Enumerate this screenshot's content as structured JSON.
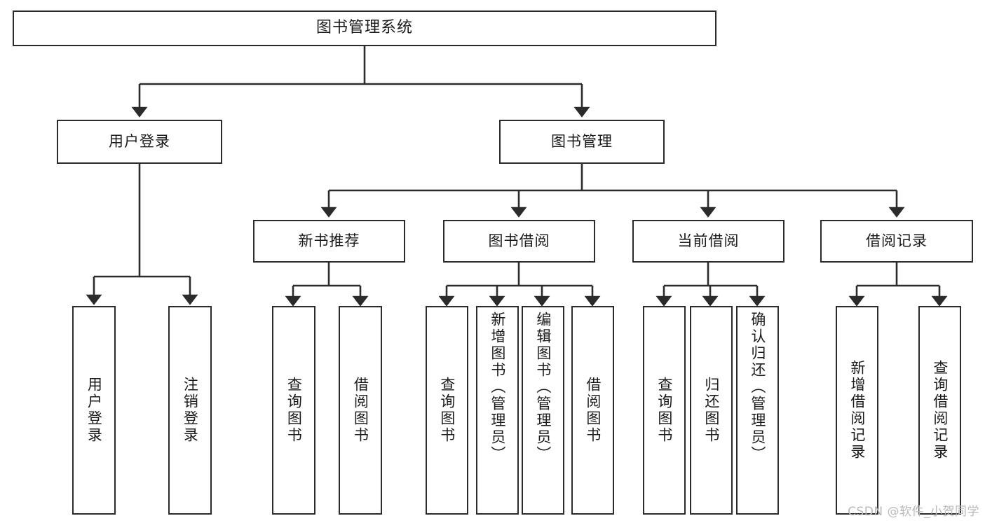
{
  "diagram": {
    "title": "图书管理系统",
    "type": "hierarchy-tree",
    "colors": {
      "stroke": "#2b2b2b",
      "fill": "#ffffff",
      "text": "#1a1a1a",
      "watermark": "#b9b9b9"
    },
    "levels": {
      "root": {
        "label": "图书管理系统"
      },
      "level2": [
        {
          "label": "用户登录"
        },
        {
          "label": "图书管理"
        }
      ],
      "level3": [
        {
          "label": "新书推荐"
        },
        {
          "label": "图书借阅"
        },
        {
          "label": "当前借阅"
        },
        {
          "label": "借阅记录"
        }
      ],
      "leaves": {
        "user_login": [
          {
            "label": "用户登录"
          },
          {
            "label": "注销登录"
          }
        ],
        "new_book": [
          {
            "label": "查询图书"
          },
          {
            "label": "借阅图书"
          }
        ],
        "book_borrow": [
          {
            "label": "查询图书"
          },
          {
            "label": "新增图书（管理员）"
          },
          {
            "label": "编辑图书（管理员）"
          },
          {
            "label": "借阅图书"
          }
        ],
        "current_borrow": [
          {
            "label": "查询图书"
          },
          {
            "label": "归还图书"
          },
          {
            "label": "确认归还（管理员）"
          }
        ],
        "borrow_record": [
          {
            "label": "新增借阅记录"
          },
          {
            "label": "查询借阅记录"
          }
        ]
      }
    }
  },
  "watermark": {
    "text": "CSDN @软件_小贺同学"
  }
}
